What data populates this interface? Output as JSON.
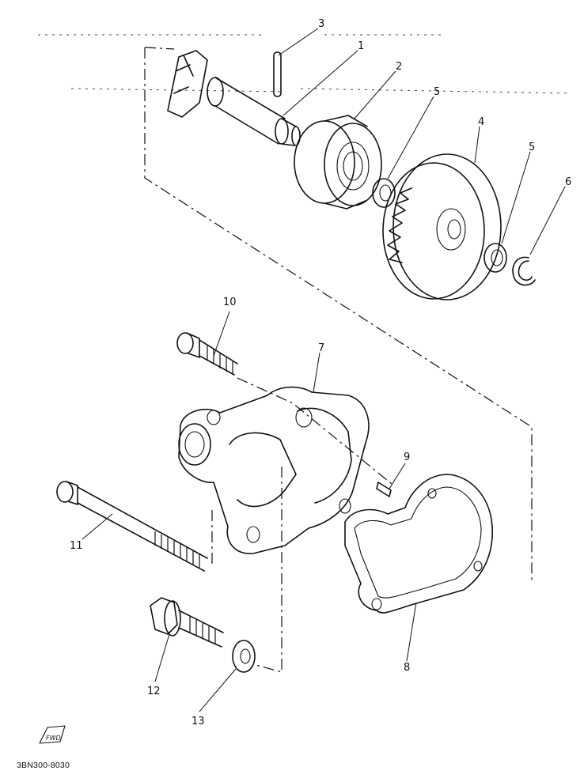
{
  "diagram_code": "3BN300-8030",
  "fwd_mark": "FWD",
  "callouts": [
    {
      "id": "1",
      "label": "1"
    },
    {
      "id": "2",
      "label": "2"
    },
    {
      "id": "3",
      "label": "3"
    },
    {
      "id": "4",
      "label": "4"
    },
    {
      "id": "5a",
      "label": "5"
    },
    {
      "id": "5b",
      "label": "5"
    },
    {
      "id": "6",
      "label": "6"
    },
    {
      "id": "7",
      "label": "7"
    },
    {
      "id": "8",
      "label": "8"
    },
    {
      "id": "9",
      "label": "9"
    },
    {
      "id": "10",
      "label": "10"
    },
    {
      "id": "11",
      "label": "11"
    },
    {
      "id": "12",
      "label": "12"
    },
    {
      "id": "13",
      "label": "13"
    }
  ],
  "colors": {
    "ink": "#111111",
    "paper": "#ffffff"
  }
}
